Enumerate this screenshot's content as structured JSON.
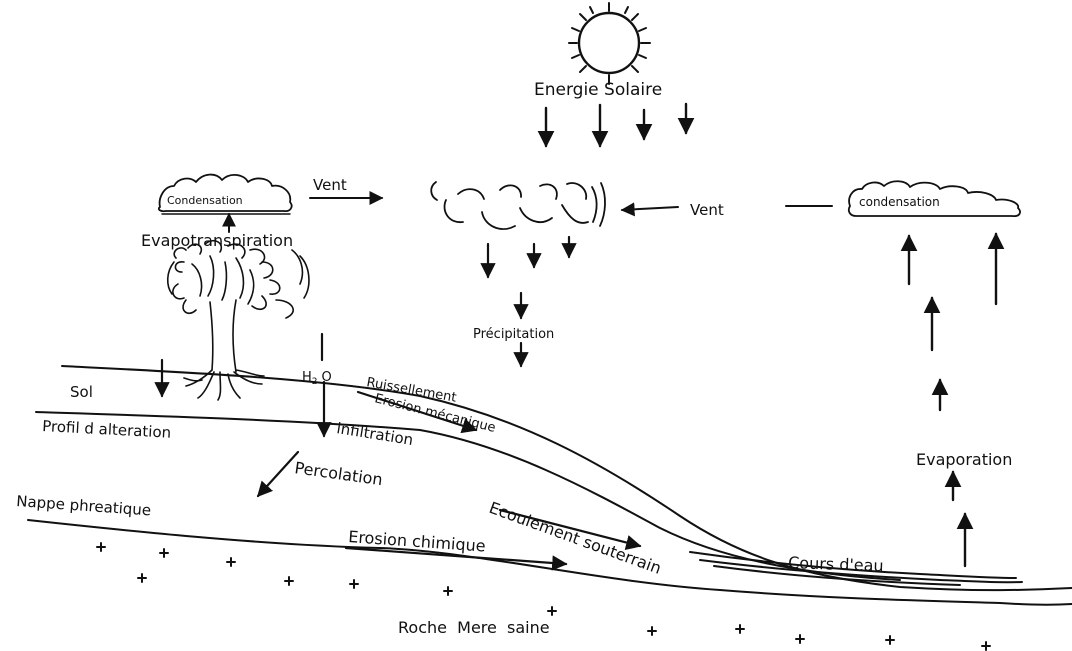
{
  "labels": {
    "energie_solaire": "Energie Solaire",
    "vent_left": "Vent",
    "vent_right": "Vent",
    "condensation_left": "Condensation",
    "condensation_right": "condensation",
    "evapotranspiration": "Evapotranspiration",
    "precipitation": "Précipitation",
    "h2o": "H",
    "h2o_sub": "2",
    "h2o_o": "O",
    "ruissellement": "Ruissellement",
    "erosion_mecanique": "Erosion mécanique",
    "sol": "Sol",
    "profil": "Profil d alteration",
    "infiltration": "infiltration",
    "percolation": "Percolation",
    "nappe": "Nappe phreatique",
    "ecoulement": "Ecoulement souterrain",
    "erosion_chimique": "Erosion chimique",
    "cours_eau": "Cours d'eau",
    "evaporation": "Evaporation",
    "roche": "Roche  Mere  saine"
  }
}
